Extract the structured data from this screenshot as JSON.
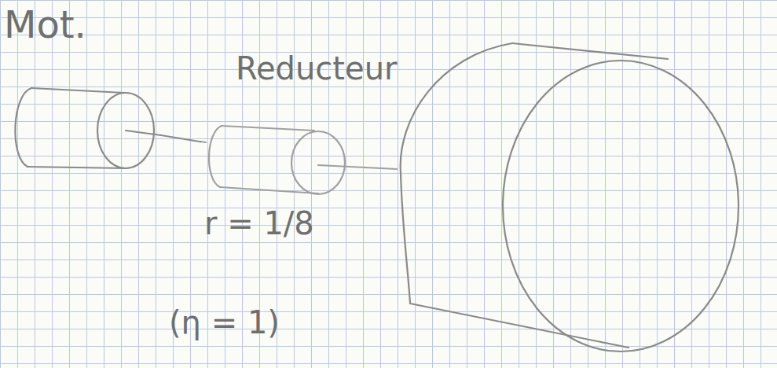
{
  "diagram": {
    "nodes": [
      {
        "text": [
          "Mot."
        ]
      },
      {
        "text": [
          "Reducteur",
          "r = 1/8",
          "(η = 1)"
        ]
      }
    ],
    "edges": [
      {
        "from": 0,
        "to": 1,
        "arrow": "none"
      }
    ]
  }
}
